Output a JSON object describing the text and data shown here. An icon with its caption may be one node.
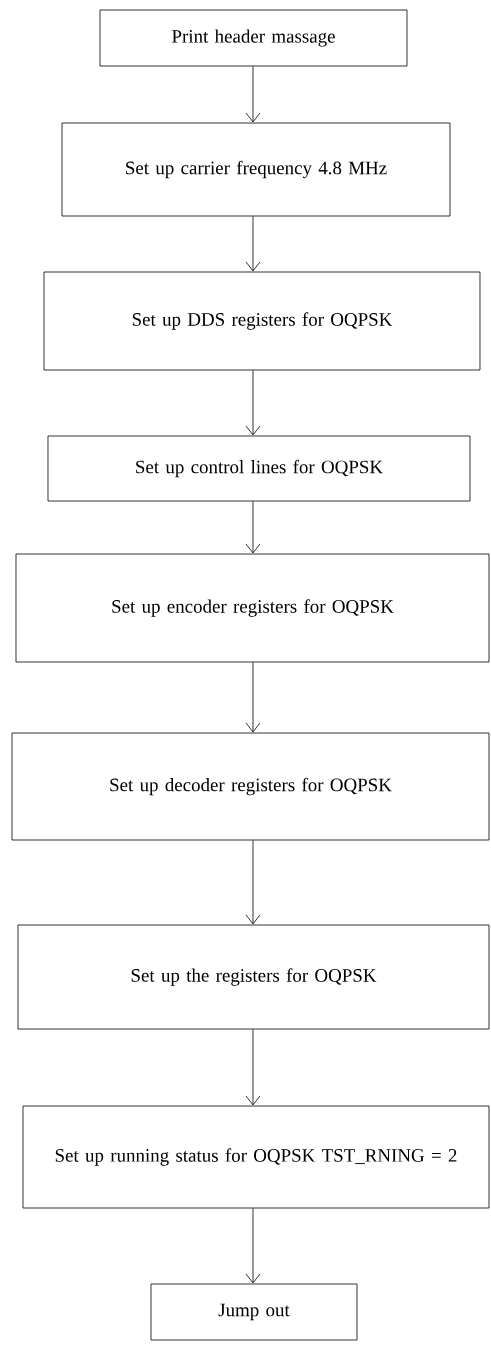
{
  "diagram": {
    "nodes": [
      {
        "text": [
          "Print header massage"
        ]
      },
      {
        "text": [
          "Set up carrier frequency 4.8 MHz"
        ]
      },
      {
        "text": [
          "Set up DDS registers for OQPSK"
        ]
      },
      {
        "text": [
          "Set up control lines for OQPSK"
        ]
      },
      {
        "text": [
          "Set up encoder registers for OQPSK"
        ]
      },
      {
        "text": [
          "Set up decoder registers for OQPSK"
        ]
      },
      {
        "text": [
          "Set up the registers for OQPSK"
        ]
      },
      {
        "text": [
          "Set up running status for OQPSK TST_RNING = 2"
        ]
      },
      {
        "text": [
          "Jump out"
        ]
      }
    ],
    "edges": [
      {
        "from": 0,
        "to": 1,
        "arrow": "to"
      },
      {
        "from": 1,
        "to": 2,
        "arrow": "to"
      },
      {
        "from": 2,
        "to": 3,
        "arrow": "to"
      },
      {
        "from": 3,
        "to": 4,
        "arrow": "to"
      },
      {
        "from": 4,
        "to": 5,
        "arrow": "to"
      },
      {
        "from": 5,
        "to": 6,
        "arrow": "to"
      },
      {
        "from": 6,
        "to": 7,
        "arrow": "to"
      },
      {
        "from": 7,
        "to": 8,
        "arrow": "to"
      }
    ]
  }
}
